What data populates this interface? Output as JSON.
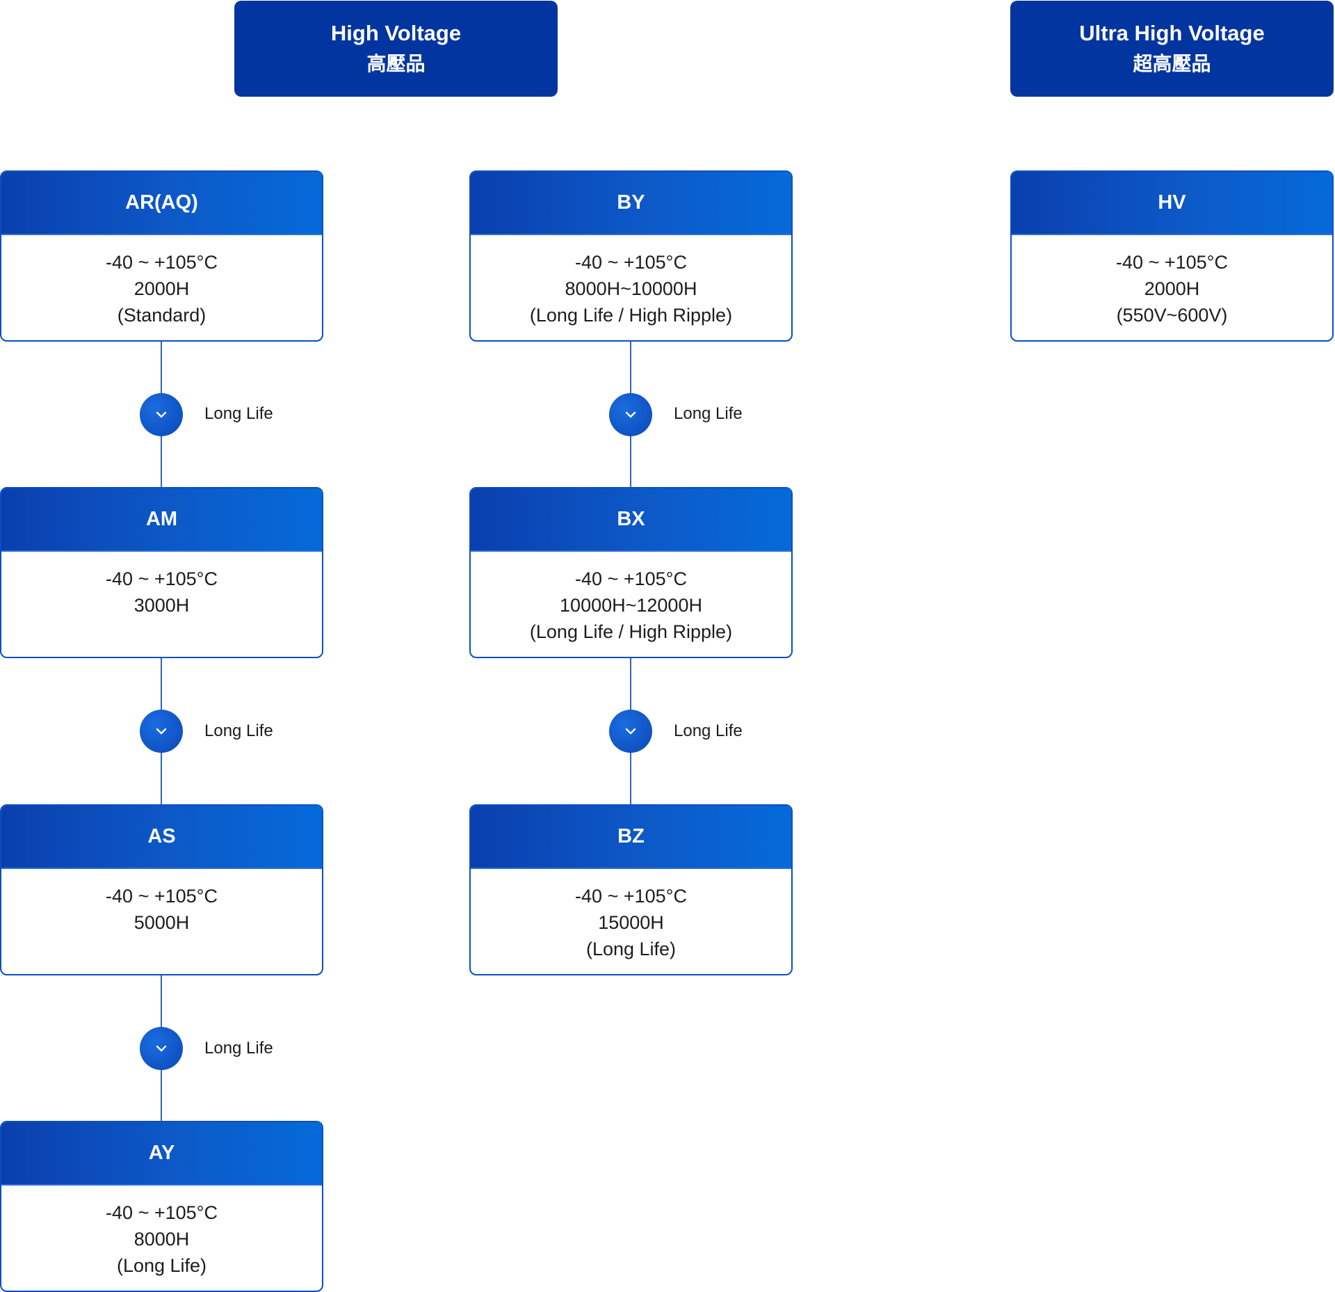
{
  "headers": [
    {
      "en": "High Voltage",
      "zh": "高壓品"
    },
    {
      "en": "Ultra High Voltage",
      "zh": "超高壓品"
    }
  ],
  "cards": {
    "ar": {
      "title": "AR(AQ)",
      "lines": [
        "-40 ~ +105°C",
        "2000H",
        "(Standard)"
      ]
    },
    "am": {
      "title": "AM",
      "lines": [
        "-40 ~ +105°C",
        "3000H"
      ]
    },
    "as": {
      "title": "AS",
      "lines": [
        "-40 ~ +105°C",
        "5000H"
      ]
    },
    "ay": {
      "title": "AY",
      "lines": [
        "-40 ~ +105°C",
        "8000H",
        "(Long Life)"
      ]
    },
    "by": {
      "title": "BY",
      "lines": [
        "-40 ~ +105°C",
        "8000H~10000H",
        "(Long Life / High Ripple)"
      ]
    },
    "bx": {
      "title": "BX",
      "lines": [
        "-40 ~ +105°C",
        "10000H~12000H",
        "(Long Life / High Ripple)"
      ]
    },
    "bz": {
      "title": "BZ",
      "lines": [
        "-40 ~ +105°C",
        "15000H",
        "(Long Life)"
      ]
    },
    "hv": {
      "title": "HV",
      "lines": [
        "-40 ~ +105°C",
        "2000H",
        "(550V~600V)"
      ]
    }
  },
  "step_label": "Long Life",
  "icons": {
    "step": "chevron-down-icon"
  },
  "colors": {
    "header": "#0335a0",
    "card_border": "#0a4fc4",
    "accent": "#0d59c8"
  }
}
